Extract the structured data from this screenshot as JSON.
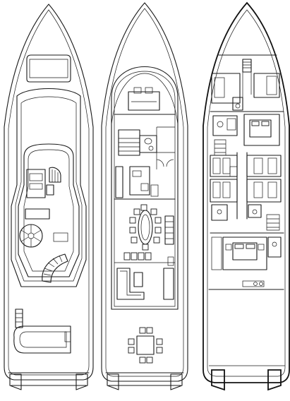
{
  "image": {
    "kind": "yacht deck plans",
    "printed_text": ""
  },
  "decks": [
    {
      "id": "sun-deck",
      "features": [
        "sun-pad",
        "flybridge-helm",
        "spiral-stair",
        "curved-stair",
        "hot-tub"
      ]
    },
    {
      "id": "main-deck",
      "features": [
        "bridge",
        "galley",
        "dining-table",
        "saloon-sofa",
        "aft-deck-dining"
      ]
    },
    {
      "id": "lower-deck",
      "features": [
        "crew-stair",
        "master-cabin",
        "twin-cabins",
        "vip-cabin",
        "engine-room"
      ]
    }
  ],
  "colors": {
    "line": "#1a1a1a",
    "background": "#ffffff"
  }
}
